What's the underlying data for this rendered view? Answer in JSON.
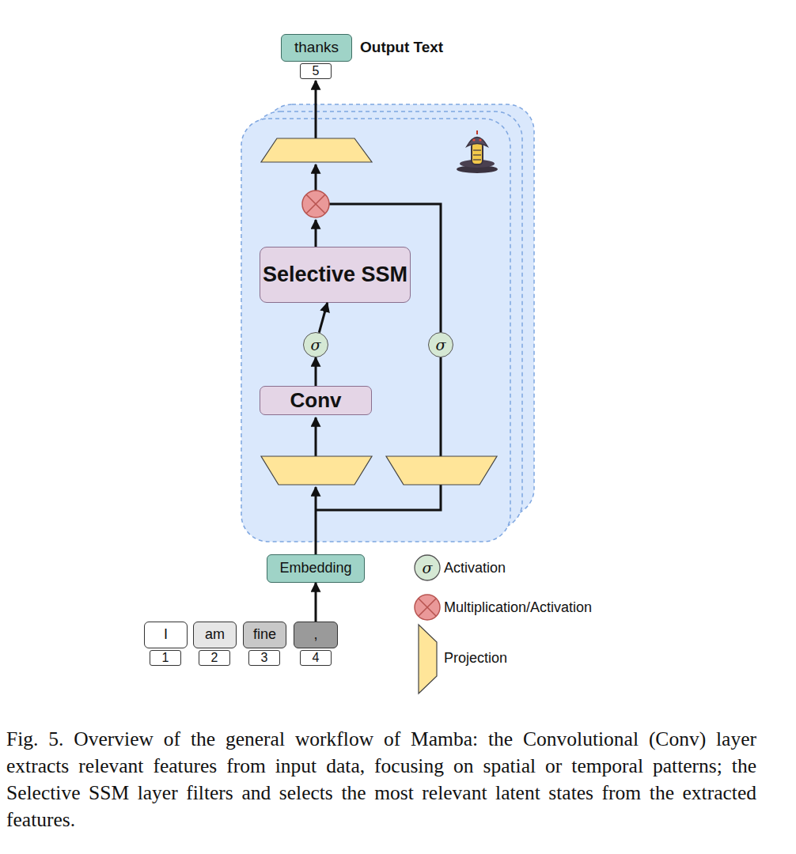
{
  "diagram": {
    "caption": "Fig. 5. Overview of the general workflow of Mamba: the Convolutional (Conv) layer extracts relevant features from input data, focusing on spatial or temporal patterns; the Selective SSM layer filters and selects the most relevant latent states from the extracted features.",
    "nodes": [
      {
        "text": [
          "thanks"
        ]
      },
      {
        "text": [
          "5"
        ]
      },
      {
        "text": [
          "Selective SSM"
        ]
      },
      {
        "text": [
          "σ"
        ]
      },
      {
        "text": [
          "σ"
        ]
      },
      {
        "text": [
          "Conv"
        ]
      },
      {
        "text": [
          "Embedding"
        ]
      },
      {
        "text": [
          "I"
        ]
      },
      {
        "text": [
          "am"
        ]
      },
      {
        "text": [
          "fine"
        ]
      },
      {
        "text": [
          ","
        ]
      },
      {
        "text": [
          "1"
        ]
      },
      {
        "text": [
          "2"
        ]
      },
      {
        "text": [
          "3"
        ]
      },
      {
        "text": [
          "4"
        ]
      }
    ],
    "edges": [
      {
        "from": 5,
        "to": 3,
        "arrow": "to"
      },
      {
        "from": 3,
        "to": 2,
        "arrow": "to"
      },
      {
        "from": 10,
        "to": 6,
        "arrow": "to"
      }
    ],
    "labels": [
      "Output Text",
      "σ"
    ],
    "legend": [
      {
        "text": "Activation"
      },
      {
        "text": "Multiplication/Activation"
      },
      {
        "text": "Projection"
      }
    ]
  }
}
